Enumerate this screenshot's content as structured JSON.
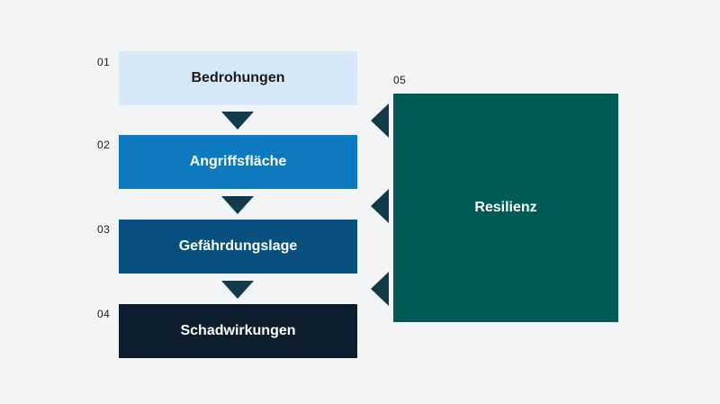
{
  "steps": [
    {
      "number": "01",
      "label": "Bedrohungen",
      "bg": "#d6e8f7",
      "fg": "#1a1a1a"
    },
    {
      "number": "02",
      "label": "Angriffsfläche",
      "bg": "#0d7ac0",
      "fg": "#ffffff"
    },
    {
      "number": "03",
      "label": "Gefährdungslage",
      "bg": "#07507f",
      "fg": "#ffffff"
    },
    {
      "number": "04",
      "label": "Schadwirkungen",
      "bg": "#0c1e2d",
      "fg": "#ffffff"
    }
  ],
  "resilience": {
    "number": "05",
    "label": "Resilienz",
    "bg": "#005a55"
  },
  "colors": {
    "background": "#f3f4f6",
    "arrow": "#113a4a"
  }
}
